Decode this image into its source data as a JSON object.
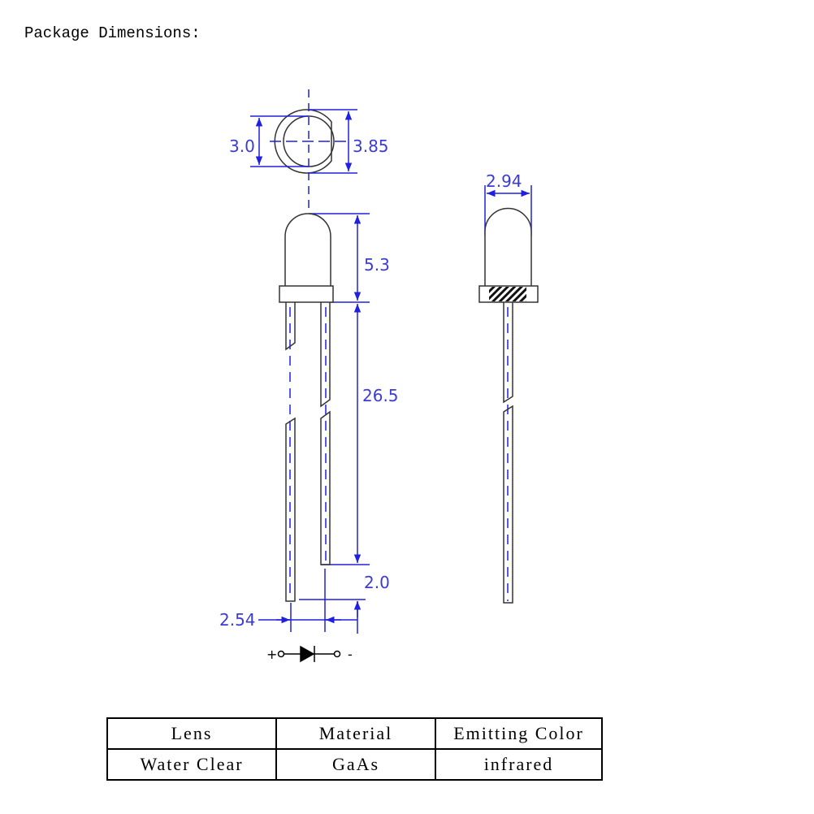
{
  "title": "Package Dimensions:",
  "dimensions": {
    "lens_diameter": "3.0",
    "flange_diameter": "3.85",
    "body_width": "2.94",
    "lens_height": "5.3",
    "lead_length": "26.5",
    "lead_offset": "2.0",
    "lead_spacing": "2.54"
  },
  "polarity": {
    "anode": "+",
    "cathode": "-"
  },
  "colors": {
    "dimension": "#3b3bd6",
    "outline": "#333333"
  },
  "table": {
    "headers": [
      "Lens",
      "Material",
      "Emitting Color"
    ],
    "rows": [
      [
        "Water Clear",
        "GaAs",
        "infrared"
      ]
    ]
  }
}
